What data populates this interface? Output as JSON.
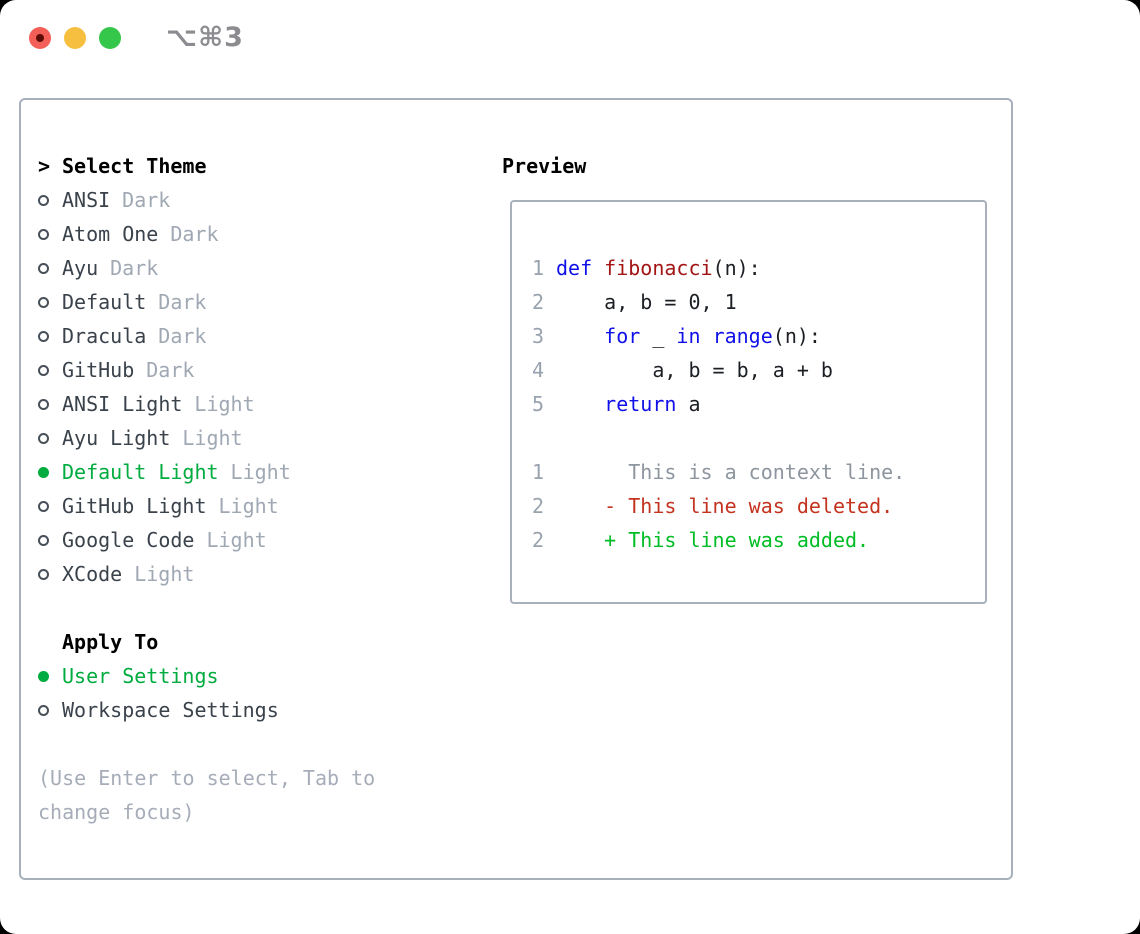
{
  "window": {
    "title": "⌥⌘3"
  },
  "colors": {
    "traffic_red": "#f35f58",
    "traffic_red_dot": "#5c0b06",
    "traffic_yellow": "#f6bf3f",
    "traffic_green": "#35c74a",
    "panel_border": "#a8b0bb",
    "selection_green": "#00ac3f",
    "keyword_blue": "#1010e8",
    "function_maroon": "#a31515",
    "diff_deleted_red": "#c3331f",
    "diff_added_green": "#00bd25",
    "muted_gray": "#9fa8b3"
  },
  "sidebar": {
    "header": {
      "caret": ">",
      "label": "Select Theme"
    },
    "items": [
      {
        "name": "ANSI",
        "variant": "Dark",
        "selected": false
      },
      {
        "name": "Atom One",
        "variant": "Dark",
        "selected": false
      },
      {
        "name": "Ayu",
        "variant": "Dark",
        "selected": false
      },
      {
        "name": "Default",
        "variant": "Dark",
        "selected": false
      },
      {
        "name": "Dracula",
        "variant": "Dark",
        "selected": false
      },
      {
        "name": "GitHub",
        "variant": "Dark",
        "selected": false
      },
      {
        "name": "ANSI Light",
        "variant": "Light",
        "selected": false
      },
      {
        "name": "Ayu Light",
        "variant": "Light",
        "selected": false
      },
      {
        "name": "Default Light",
        "variant": "Light",
        "selected": true
      },
      {
        "name": "GitHub Light",
        "variant": "Light",
        "selected": false
      },
      {
        "name": "Google Code",
        "variant": "Light",
        "selected": false
      },
      {
        "name": "XCode",
        "variant": "Light",
        "selected": false
      }
    ],
    "apply_to": {
      "label": "Apply To",
      "options": [
        {
          "name": "User Settings",
          "selected": true
        },
        {
          "name": "Workspace Settings",
          "selected": false
        }
      ]
    },
    "hint_line1": "(Use Enter to select, Tab to",
    "hint_line2": "change focus)"
  },
  "preview": {
    "title": "Preview",
    "lines": [
      {
        "num": "1",
        "s0": "def",
        "s1": " ",
        "s2": "fibonacci",
        "s3": "(n):"
      },
      {
        "num": "2",
        "s0": "    a, b = 0, 1"
      },
      {
        "num": "3",
        "s0": "    ",
        "s1": "for",
        "s2": " _ ",
        "s3": "in",
        "s4": " ",
        "s5": "range",
        "s6": "(n):"
      },
      {
        "num": "4",
        "s0": "        a, b = b, a + b"
      },
      {
        "num": "5",
        "s0": "    ",
        "s1": "return",
        "s2": " a"
      },
      {
        "num": ""
      },
      {
        "num": "1",
        "s0": "      This is a context line."
      },
      {
        "num": "2",
        "s0": "    - This line was deleted."
      },
      {
        "num": "2",
        "s0": "    + This line was added."
      }
    ]
  }
}
